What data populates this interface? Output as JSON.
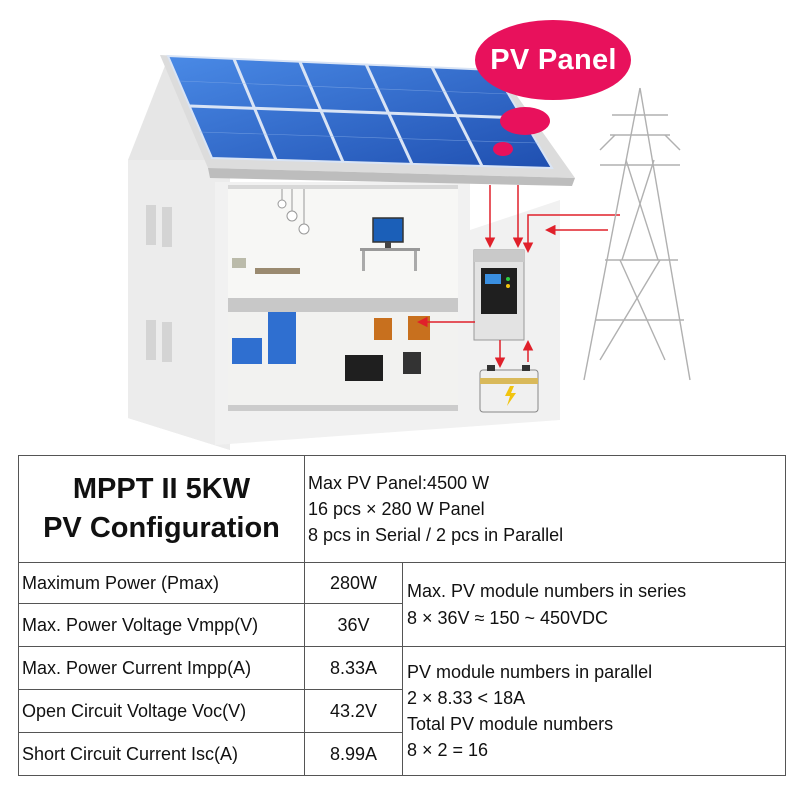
{
  "illustration": {
    "bubble_label": "PV Panel",
    "colors": {
      "bubble": "#e8115c",
      "arrow": "#e0202a",
      "panel": "#2f6fd0",
      "roof": "#e9e9e9",
      "wall": "#efefef",
      "interior": "#f6f6f4"
    },
    "icons": [
      "solar-panel-array",
      "house",
      "inverter",
      "battery",
      "power-tower",
      "monitor",
      "pendant-lamp",
      "washing-machine",
      "water-heater"
    ]
  },
  "table": {
    "title": [
      "MPPT II 5KW",
      "PV Configuration"
    ],
    "summary": [
      "Max PV Panel:4500 W",
      "16 pcs × 280 W Panel",
      "8 pcs in Serial / 2 pcs in Parallel"
    ],
    "rows": [
      {
        "label": "Maximum Power (Pmax)",
        "value": "280W"
      },
      {
        "label": "Max. Power Voltage Vmpp(V)",
        "value": "36V"
      },
      {
        "label": "Max. Power Current Impp(A)",
        "value": "8.33A"
      },
      {
        "label": "Open Circuit Voltage Voc(V)",
        "value": "43.2V"
      },
      {
        "label": "Short Circuit Current Isc(A)",
        "value": "8.99A"
      }
    ],
    "series_note": [
      "Max. PV module numbers in series",
      "8 × 36V ≈ 150 ~ 450VDC"
    ],
    "parallel_note": [
      "PV module numbers in parallel",
      "2 × 8.33 < 18A",
      "Total PV module numbers",
      "8 × 2 = 16"
    ]
  }
}
